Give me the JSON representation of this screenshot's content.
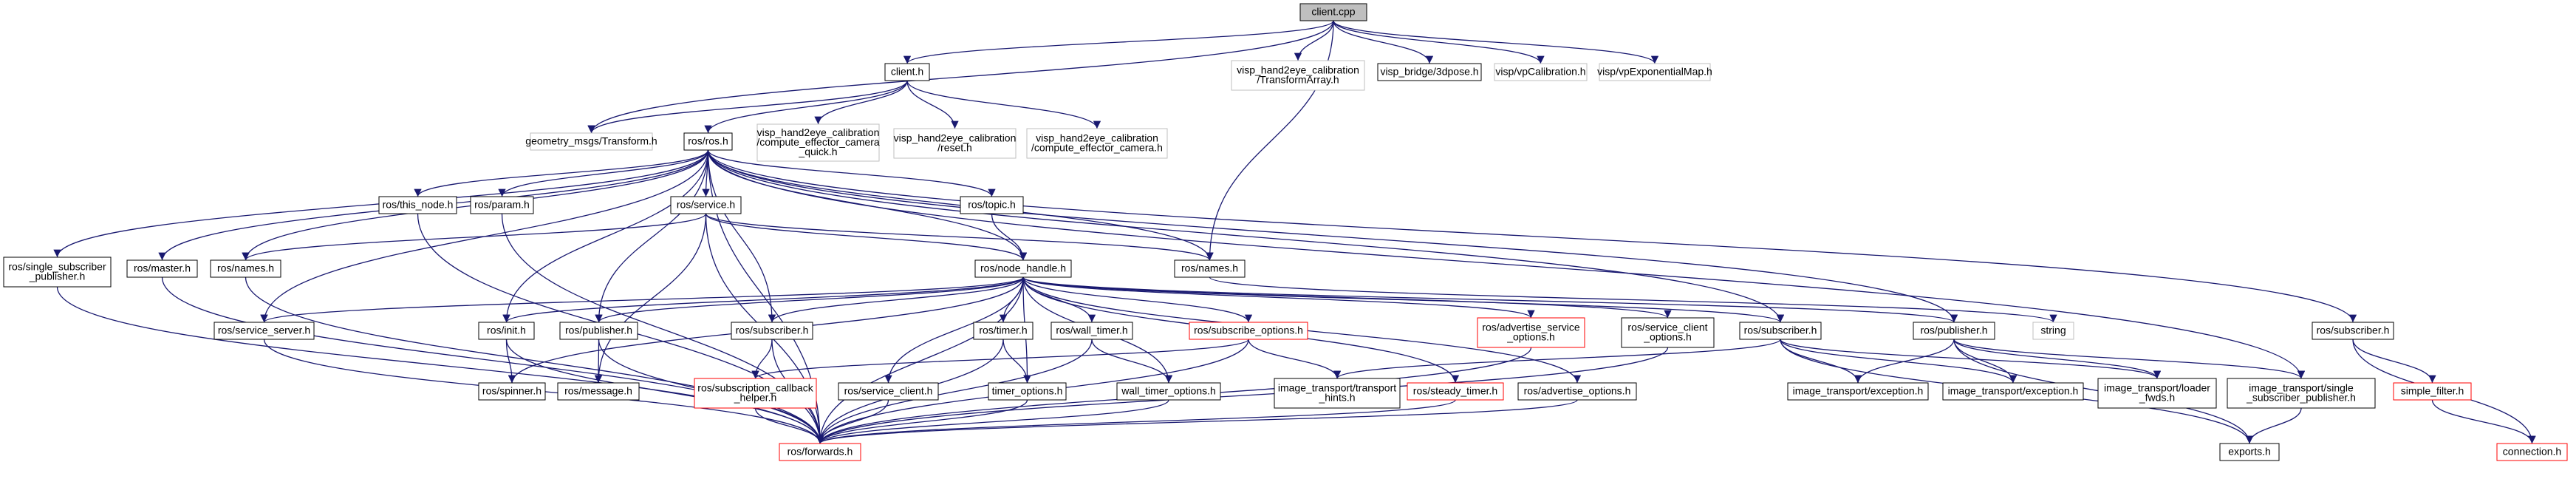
{
  "diagram": {
    "title": "",
    "colors": {
      "edge": "#191970",
      "node_border": "#000000",
      "node_border_missing": "#bfbfbf",
      "node_border_truncated": "#ff0000",
      "node_text_missing": "#808080",
      "root_fill": "#bfbfbf"
    },
    "nodes": [
      {
        "id": "client_cpp",
        "lines": [
          "client.cpp"
        ],
        "style": "root"
      },
      {
        "id": "client_h",
        "lines": [
          "client.h"
        ],
        "style": "normal"
      },
      {
        "id": "transform_array",
        "lines": [
          "visp_hand2eye_calibration",
          "/TransformArray.h"
        ],
        "style": "missing"
      },
      {
        "id": "bridge_3dpose",
        "lines": [
          "visp_bridge/3dpose.h"
        ],
        "style": "normal"
      },
      {
        "id": "vpcalib",
        "lines": [
          "visp/vpCalibration.h"
        ],
        "style": "missing"
      },
      {
        "id": "vpexpmap",
        "lines": [
          "visp/vpExponentialMap.h"
        ],
        "style": "missing"
      },
      {
        "id": "geom_transform",
        "lines": [
          "geometry_msgs/Transform.h"
        ],
        "style": "missing"
      },
      {
        "id": "ros_h",
        "lines": [
          "ros/ros.h"
        ],
        "style": "normal"
      },
      {
        "id": "compute_quick",
        "lines": [
          "visp_hand2eye_calibration",
          "/compute_effector_camera",
          "_quick.h"
        ],
        "style": "missing"
      },
      {
        "id": "reset_h",
        "lines": [
          "visp_hand2eye_calibration",
          "/reset.h"
        ],
        "style": "missing"
      },
      {
        "id": "compute_h",
        "lines": [
          "visp_hand2eye_calibration",
          "/compute_effector_camera.h"
        ],
        "style": "missing"
      },
      {
        "id": "this_node",
        "lines": [
          "ros/this_node.h"
        ],
        "style": "normal"
      },
      {
        "id": "param_h",
        "lines": [
          "ros/param.h"
        ],
        "style": "normal"
      },
      {
        "id": "service_h",
        "lines": [
          "ros/service.h"
        ],
        "style": "normal"
      },
      {
        "id": "topic_h",
        "lines": [
          "ros/topic.h"
        ],
        "style": "normal"
      },
      {
        "id": "single_sub_pub",
        "lines": [
          "ros/single_subscriber",
          "_publisher.h"
        ],
        "style": "normal"
      },
      {
        "id": "master_h",
        "lines": [
          "ros/master.h"
        ],
        "style": "normal"
      },
      {
        "id": "names_h_left",
        "lines": [
          "ros/names.h"
        ],
        "style": "normal"
      },
      {
        "id": "names_h_right",
        "lines": [
          "ros/names.h"
        ],
        "style": "normal"
      },
      {
        "id": "node_handle",
        "lines": [
          "ros/node_handle.h"
        ],
        "style": "normal"
      },
      {
        "id": "string_node",
        "lines": [
          "string"
        ],
        "style": "missing"
      },
      {
        "id": "subscriber_far",
        "lines": [
          "ros/subscriber.h"
        ],
        "style": "normal"
      },
      {
        "id": "service_server",
        "lines": [
          "ros/service_server.h"
        ],
        "style": "normal"
      },
      {
        "id": "init_h",
        "lines": [
          "ros/init.h"
        ],
        "style": "normal"
      },
      {
        "id": "publisher_h",
        "lines": [
          "ros/publisher.h"
        ],
        "style": "normal"
      },
      {
        "id": "subscriber_h",
        "lines": [
          "ros/subscriber.h"
        ],
        "style": "normal"
      },
      {
        "id": "timer_h",
        "lines": [
          "ros/timer.h"
        ],
        "style": "normal"
      },
      {
        "id": "wall_timer",
        "lines": [
          "ros/wall_timer.h"
        ],
        "style": "normal"
      },
      {
        "id": "subscribe_options",
        "lines": [
          "ros/subscribe_options.h"
        ],
        "style": "truncated"
      },
      {
        "id": "adv_service_opts",
        "lines": [
          "ros/advertise_service",
          "_options.h"
        ],
        "style": "truncated"
      },
      {
        "id": "service_client_opts",
        "lines": [
          "ros/service_client",
          "_options.h"
        ],
        "style": "normal"
      },
      {
        "id": "it_subscriber",
        "lines": [
          "ros/subscriber.h"
        ],
        "style": "normal"
      },
      {
        "id": "it_publisher",
        "lines": [
          "ros/publisher.h"
        ],
        "style": "normal"
      },
      {
        "id": "spinner_h",
        "lines": [
          "ros/spinner.h"
        ],
        "style": "normal"
      },
      {
        "id": "message_h",
        "lines": [
          "ros/message.h"
        ],
        "style": "normal"
      },
      {
        "id": "sub_callback_helper",
        "lines": [
          "ros/subscription_callback",
          "_helper.h"
        ],
        "style": "truncated"
      },
      {
        "id": "service_client_h",
        "lines": [
          "ros/service_client.h"
        ],
        "style": "normal"
      },
      {
        "id": "timer_options",
        "lines": [
          "timer_options.h"
        ],
        "style": "normal"
      },
      {
        "id": "wall_timer_options",
        "lines": [
          "wall_timer_options.h"
        ],
        "style": "normal"
      },
      {
        "id": "transport_hints",
        "lines": [
          "image_transport/transport",
          "_hints.h"
        ],
        "style": "normal"
      },
      {
        "id": "steady_timer",
        "lines": [
          "ros/steady_timer.h"
        ],
        "style": "truncated"
      },
      {
        "id": "advertise_options",
        "lines": [
          "ros/advertise_options.h"
        ],
        "style": "normal"
      },
      {
        "id": "exception_1",
        "lines": [
          "image_transport/exception.h"
        ],
        "style": "normal"
      },
      {
        "id": "exception_2",
        "lines": [
          "image_transport/exception.h"
        ],
        "style": "normal"
      },
      {
        "id": "loader_fwds",
        "lines": [
          "image_transport/loader",
          "_fwds.h"
        ],
        "style": "normal"
      },
      {
        "id": "it_single_sub_pub",
        "lines": [
          "image_transport/single",
          "_subscriber_publisher.h"
        ],
        "style": "normal"
      },
      {
        "id": "simple_filter",
        "lines": [
          "simple_filter.h"
        ],
        "style": "truncated"
      },
      {
        "id": "connection_h",
        "lines": [
          "connection.h"
        ],
        "style": "truncated"
      },
      {
        "id": "exports_h",
        "lines": [
          "exports.h"
        ],
        "style": "normal"
      },
      {
        "id": "forwards_h",
        "lines": [
          "ros/forwards.h"
        ],
        "style": "truncated"
      }
    ],
    "edges": [
      [
        "client_cpp",
        "client_h"
      ],
      [
        "client_cpp",
        "transform_array"
      ],
      [
        "client_cpp",
        "bridge_3dpose"
      ],
      [
        "client_cpp",
        "vpcalib"
      ],
      [
        "client_cpp",
        "vpexpmap"
      ],
      [
        "client_cpp",
        "geom_transform"
      ],
      [
        "client_cpp",
        "names_h_right"
      ],
      [
        "client_h",
        "geom_transform"
      ],
      [
        "client_h",
        "ros_h"
      ],
      [
        "client_h",
        "compute_quick"
      ],
      [
        "client_h",
        "reset_h"
      ],
      [
        "client_h",
        "compute_h"
      ],
      [
        "ros_h",
        "this_node"
      ],
      [
        "ros_h",
        "param_h"
      ],
      [
        "ros_h",
        "service_h"
      ],
      [
        "ros_h",
        "topic_h"
      ],
      [
        "ros_h",
        "single_sub_pub"
      ],
      [
        "ros_h",
        "master_h"
      ],
      [
        "ros_h",
        "names_h_left"
      ],
      [
        "ros_h",
        "names_h_right"
      ],
      [
        "ros_h",
        "node_handle"
      ],
      [
        "ros_h",
        "service_server"
      ],
      [
        "ros_h",
        "init_h"
      ],
      [
        "ros_h",
        "publisher_h"
      ],
      [
        "ros_h",
        "subscriber_h"
      ],
      [
        "ros_h",
        "subscriber_far"
      ],
      [
        "ros_h",
        "it_subscriber"
      ],
      [
        "ros_h",
        "it_publisher"
      ],
      [
        "ros_h",
        "forwards_h"
      ],
      [
        "ros_h",
        "it_single_sub_pub"
      ],
      [
        "this_node",
        "forwards_h"
      ],
      [
        "param_h",
        "forwards_h"
      ],
      [
        "service_h",
        "names_h_left"
      ],
      [
        "service_h",
        "names_h_right"
      ],
      [
        "service_h",
        "node_handle"
      ],
      [
        "service_h",
        "message_h"
      ],
      [
        "service_h",
        "forwards_h"
      ],
      [
        "topic_h",
        "node_handle"
      ],
      [
        "single_sub_pub",
        "forwards_h"
      ],
      [
        "master_h",
        "forwards_h"
      ],
      [
        "names_h_left",
        "forwards_h"
      ],
      [
        "names_h_right",
        "string_node"
      ],
      [
        "node_handle",
        "service_server"
      ],
      [
        "node_handle",
        "init_h"
      ],
      [
        "node_handle",
        "publisher_h"
      ],
      [
        "node_handle",
        "subscriber_h"
      ],
      [
        "node_handle",
        "timer_h"
      ],
      [
        "node_handle",
        "wall_timer"
      ],
      [
        "node_handle",
        "subscribe_options"
      ],
      [
        "node_handle",
        "adv_service_opts"
      ],
      [
        "node_handle",
        "service_client_opts"
      ],
      [
        "node_handle",
        "it_subscriber"
      ],
      [
        "node_handle",
        "it_publisher"
      ],
      [
        "node_handle",
        "spinner_h"
      ],
      [
        "node_handle",
        "service_client_h"
      ],
      [
        "node_handle",
        "timer_options"
      ],
      [
        "node_handle",
        "wall_timer_options"
      ],
      [
        "node_handle",
        "steady_timer"
      ],
      [
        "node_handle",
        "advertise_options"
      ],
      [
        "node_handle",
        "forwards_h"
      ],
      [
        "service_server",
        "forwards_h"
      ],
      [
        "init_h",
        "spinner_h"
      ],
      [
        "init_h",
        "forwards_h"
      ],
      [
        "publisher_h",
        "message_h"
      ],
      [
        "publisher_h",
        "forwards_h"
      ],
      [
        "subscriber_h",
        "sub_callback_helper"
      ],
      [
        "subscriber_h",
        "forwards_h"
      ],
      [
        "timer_h",
        "timer_options"
      ],
      [
        "timer_h",
        "forwards_h"
      ],
      [
        "wall_timer",
        "wall_timer_options"
      ],
      [
        "wall_timer",
        "forwards_h"
      ],
      [
        "subscribe_options",
        "sub_callback_helper"
      ],
      [
        "subscribe_options",
        "transport_hints"
      ],
      [
        "subscribe_options",
        "forwards_h"
      ],
      [
        "adv_service_opts",
        "forwards_h"
      ],
      [
        "service_client_opts",
        "forwards_h"
      ],
      [
        "it_subscriber",
        "transport_hints"
      ],
      [
        "it_subscriber",
        "exception_1"
      ],
      [
        "it_subscriber",
        "exception_2"
      ],
      [
        "it_subscriber",
        "loader_fwds"
      ],
      [
        "it_subscriber",
        "exports_h"
      ],
      [
        "it_publisher",
        "exception_1"
      ],
      [
        "it_publisher",
        "exception_2"
      ],
      [
        "it_publisher",
        "loader_fwds"
      ],
      [
        "it_publisher",
        "it_single_sub_pub"
      ],
      [
        "it_publisher",
        "exports_h"
      ],
      [
        "subscriber_far",
        "simple_filter"
      ],
      [
        "subscriber_far",
        "connection_h"
      ],
      [
        "simple_filter",
        "connection_h"
      ],
      [
        "it_single_sub_pub",
        "exports_h"
      ],
      [
        "sub_callback_helper",
        "forwards_h"
      ],
      [
        "service_client_h",
        "forwards_h"
      ],
      [
        "timer_options",
        "forwards_h"
      ],
      [
        "wall_timer_options",
        "forwards_h"
      ],
      [
        "steady_timer",
        "forwards_h"
      ],
      [
        "advertise_options",
        "forwards_h"
      ]
    ]
  }
}
